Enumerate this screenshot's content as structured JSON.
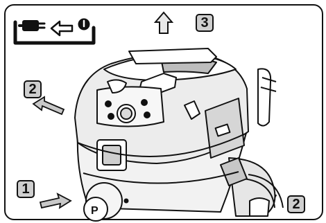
{
  "steps": {
    "step_1": "1",
    "step_2_left": "2",
    "step_2_right": "2",
    "step_3": "3"
  },
  "icons": {
    "power_plug_icon": "plug-into-outlet-symbol",
    "up_arrow_icon": "arrow-up",
    "push_arrow_icon": "arrow-diagonal"
  },
  "colors": {
    "line": "#111111",
    "badge_fill": "#cfcfcf",
    "arrow_fill": "#c8c8c8",
    "body_shade": "#e6e6e6"
  }
}
